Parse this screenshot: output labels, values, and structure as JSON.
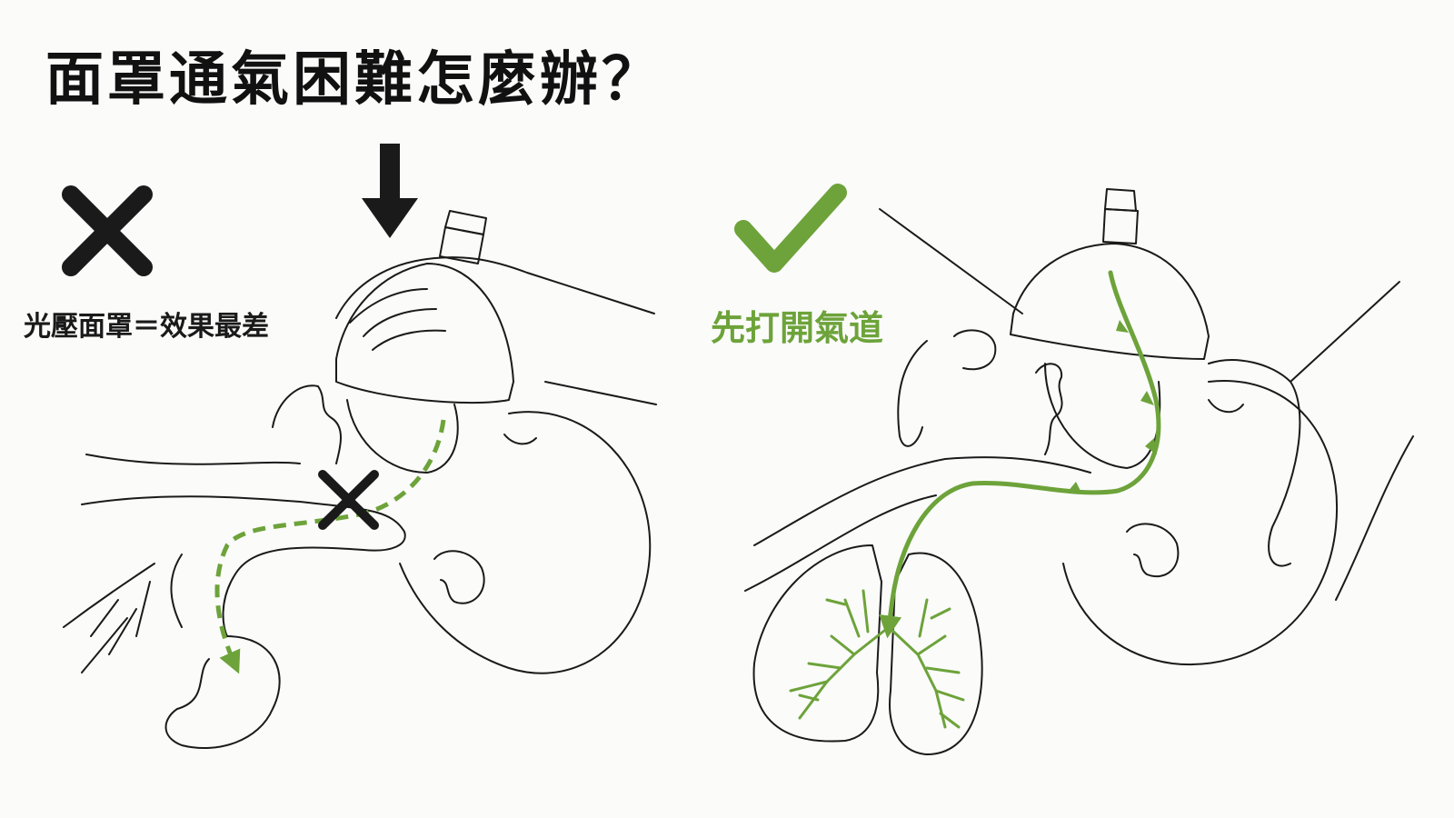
{
  "title": "面罩通氣困難怎麼辦？",
  "panels": {
    "wrong": {
      "caption": "光壓面罩＝效果最差",
      "marker": "x-mark"
    },
    "right": {
      "caption": "先打開氣道",
      "marker": "check-mark"
    }
  },
  "colors": {
    "ink": "#1a1a1a",
    "airflow_green": "#6da33a",
    "background": "#fbfbfa"
  }
}
